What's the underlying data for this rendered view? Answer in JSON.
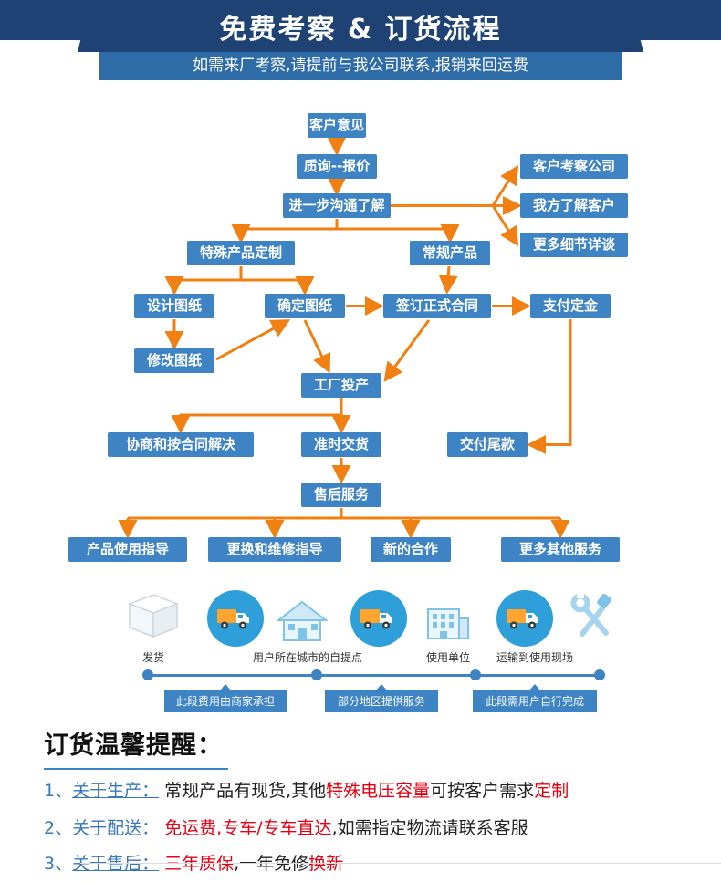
{
  "header": {
    "title": "免费考察 & 订货流程",
    "subtitle": "如需来厂考察,请提前与我公司联系,报销来回运费"
  },
  "flow": {
    "customer_opinion": "客户意见",
    "inquiry_quote": "质询--报价",
    "further_communication": "进一步沟通了解",
    "client_visit_company": "客户考察公司",
    "we_know_client": "我方了解客户",
    "more_details": "更多细节详谈",
    "custom_product": "特殊产品定制",
    "regular_product": "常规产品",
    "design_drawing": "设计图纸",
    "confirm_drawing": "确定图纸",
    "sign_contract": "签订正式合同",
    "pay_deposit": "支付定金",
    "modify_drawing": "修改图纸",
    "factory_production": "工厂投产",
    "negotiate_resolve": "协商和按合同解决",
    "on_time_delivery": "准时交货",
    "pay_balance": "交付尾款",
    "after_sales": "售后服务",
    "usage_guidance": "产品使用指导",
    "repair_guidance": "更换和维修指导",
    "new_cooperation": "新的合作",
    "more_services": "更多其他服务"
  },
  "delivery": {
    "icons": [
      "package-icon",
      "truck-icon",
      "house-icon",
      "truck-icon",
      "factory-icon",
      "truck-icon",
      "tools-icon"
    ],
    "stations": {
      "ship": "发货",
      "pickup": "用户所在城市的自提点",
      "user_unit": "使用单位",
      "transport": "运输到使用现场"
    },
    "segments": {
      "merchant": "此段费用由商家承担",
      "partial": "部分地区提供服务",
      "user": "此段需用户自行完成"
    }
  },
  "reminder": {
    "title": "订货温馨提醒：",
    "items": [
      {
        "num": "1、",
        "label": "关于生产：",
        "parts": [
          {
            "t": "常规产品有现货,其他"
          },
          {
            "t": "特殊电压容量"
          },
          {
            "t": "可按客户需求"
          },
          {
            "t": "定制"
          }
        ]
      },
      {
        "num": "2、",
        "label": "关于配送：",
        "parts": [
          {
            "t": "免运费,专车/专车直达"
          },
          {
            "t": ",如需指定物流请联系客服"
          }
        ]
      },
      {
        "num": "3、",
        "label": "关于售后：",
        "parts": [
          {
            "t": "三年质保"
          },
          {
            "t": ",一年免修"
          },
          {
            "t": "换新"
          }
        ]
      }
    ]
  },
  "colors": {
    "header_navy": "#1d4273",
    "subtitle_blue": "#2e6ca7",
    "node_blue": "#3e83c4",
    "arrow_orange": "#ef8011",
    "accent_red": "#e60012",
    "circle_blue": "#2e9fd8"
  }
}
